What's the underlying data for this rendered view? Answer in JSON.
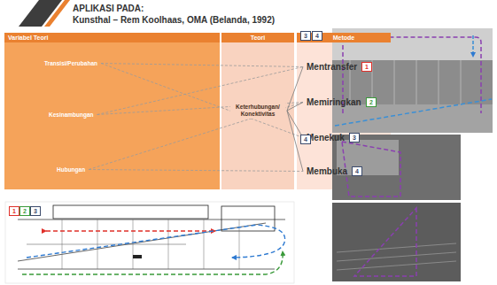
{
  "diagram": {
    "title": "APLIKASI PADA:",
    "nodes": [
      {
        "text": [
          "Variabel Teori"
        ]
      },
      {
        "text": [
          "Transisi/Perubahan"
        ],
        "in": 0
      },
      {
        "text": [
          "Kesinambungan"
        ],
        "in": 0
      },
      {
        "text": [
          "Hubungan"
        ],
        "in": 0
      },
      {
        "text": [
          "Teori"
        ]
      },
      {
        "text": [
          "Keterhubungan/ Konektivitas"
        ],
        "in": 4
      },
      {
        "text": [
          "Metode"
        ]
      },
      {
        "text": [
          "Mentransfer"
        ],
        "in": 6
      },
      {
        "text": [
          "Memiringkan"
        ],
        "in": 6
      },
      {
        "text": [
          "Menekuk"
        ],
        "in": 6
      },
      {
        "text": [
          "Membuka"
        ],
        "in": 6
      }
    ],
    "edges": [
      {
        "from": 1,
        "to": 7,
        "arrow": "none"
      },
      {
        "from": 1,
        "to": 9,
        "arrow": "none"
      },
      {
        "from": 2,
        "to": 7,
        "arrow": "none"
      },
      {
        "from": 2,
        "to": 8,
        "arrow": "none"
      },
      {
        "from": 3,
        "to": 8,
        "arrow": "none"
      },
      {
        "from": 3,
        "to": 10,
        "arrow": "none"
      },
      {
        "from": 5,
        "to": 7,
        "arrow": "none"
      },
      {
        "from": 5,
        "to": 8,
        "arrow": "none"
      },
      {
        "from": 5,
        "to": 9,
        "arrow": "none"
      },
      {
        "from": 5,
        "to": 10,
        "arrow": "none"
      }
    ],
    "labels": [
      "Kunsthal – Rem Koolhaas, OMA (Belanda, 1992)",
      "3",
      "4",
      "1",
      "2",
      "3",
      "4",
      "4",
      "1",
      "2",
      "3"
    ]
  }
}
